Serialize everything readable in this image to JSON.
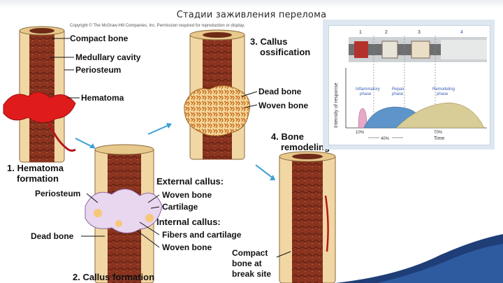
{
  "slide": {
    "title": "Стадии заживления перелома",
    "copyright": "Copyright © The McGraw-Hill Companies, Inc. Permission required for reproduction or display."
  },
  "figure": {
    "stage1": {
      "title_line1": "1. Hematoma",
      "title_line2": "formation",
      "labels": {
        "compact_bone": "Compact bone",
        "medullary_cavity": "Medullary cavity",
        "periosteum": "Periosteum",
        "hematoma": "Hematoma"
      }
    },
    "stage2": {
      "title": "2. Callus formation",
      "labels": {
        "periosteum": "Periosteum",
        "dead_bone": "Dead bone",
        "external_callus": "External callus:",
        "woven_bone_ext": "Woven bone",
        "cartilage": "Cartilage",
        "internal_callus": "Internal callus:",
        "fibers_cartilage": "Fibers and cartilage",
        "woven_bone_int": "Woven bone"
      }
    },
    "stage3": {
      "title_line1": "3. Callus",
      "title_line2": "ossification",
      "labels": {
        "dead_bone": "Dead bone",
        "woven_bone": "Woven bone"
      }
    },
    "stage4": {
      "title_line1": "4. Bone",
      "title_line2": "remodeling",
      "labels": {
        "compact_bone_line1": "Compact",
        "compact_bone_line2": "bone at",
        "compact_bone_line3": "break site"
      }
    }
  },
  "inset": {
    "stage_numbers": [
      "1",
      "2",
      "3",
      "4"
    ],
    "y_axis_label": "Intensity of response",
    "x_axis_label": "Time",
    "phases": [
      {
        "name_line1": "Inflammatory",
        "name_line2": "phase"
      },
      {
        "name_line1": "Repair",
        "name_line2": "phase"
      },
      {
        "name_line1": "Remodeling",
        "name_line2": "phase"
      }
    ],
    "time_marks": [
      "10%",
      "40%",
      "70%"
    ],
    "colors": {
      "inflammatory": "#e8a8c8",
      "repair": "#5d94c9",
      "remodeling": "#d8cc97",
      "stage4_number": "#3a5fb5"
    }
  },
  "colors": {
    "bone_marrow": "#8a3420",
    "compact_bone": "#f1d7a4",
    "hematoma": "#e01b1b",
    "arrow": "#3a9fd8",
    "accent_bar": "#1f3e77"
  }
}
